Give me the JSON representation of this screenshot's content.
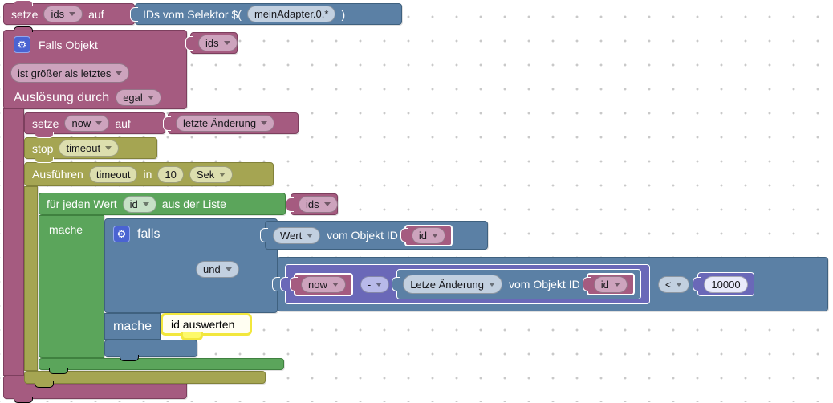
{
  "palette": {
    "magenta": "#a55b80",
    "blue": "#5b80a5",
    "olive": "#a5a552",
    "green": "#5ba55b",
    "violet": "#6a68b8",
    "selection_highlight": "#f2e73c",
    "grid_dot": "#c9c9c9",
    "gear_badge": "#4a63d2"
  },
  "icons": {
    "gear": "⚙"
  },
  "blocks": {
    "set_ids": {
      "kw_set": "setze",
      "var": "ids",
      "kw_to": "auf"
    },
    "selector": {
      "prefix": "IDs vom Selektor $(",
      "pattern": "meinAdapter.0.*",
      "suffix": ")"
    },
    "trigger": {
      "title": "Falls Objekt",
      "object_var": "ids",
      "condition": "ist größer als letztes",
      "trigger_label": "Auslösung durch",
      "trigger_value": "egal"
    },
    "set_now": {
      "kw_set": "setze",
      "var": "now",
      "kw_to": "auf",
      "value": "letzte Änderung"
    },
    "stop_timeout": {
      "kw_stop": "stop",
      "name": "timeout"
    },
    "schedule": {
      "kw_exec": "Ausführen",
      "name": "timeout",
      "kw_in": "in",
      "delay": "10",
      "unit": "Sek"
    },
    "for_each": {
      "label_1": "für jeden Wert",
      "var": "id",
      "label_2": "aus der Liste",
      "list_var": "ids",
      "kw_do": "mache"
    },
    "falls": {
      "kw_if": "falls",
      "operator": "und",
      "kw_do": "mache"
    },
    "get_value": {
      "attribute": "Wert",
      "label": "vom Objekt ID",
      "object_var": "id"
    },
    "arithmetic": {
      "left_var": "now",
      "operator": "-"
    },
    "get_lc": {
      "attribute": "Letze Änderung",
      "label": "vom Objekt ID",
      "object_var": "id"
    },
    "compare": {
      "operator": "<",
      "value": "10000"
    },
    "procedure_call": {
      "label": "id auswerten"
    }
  }
}
